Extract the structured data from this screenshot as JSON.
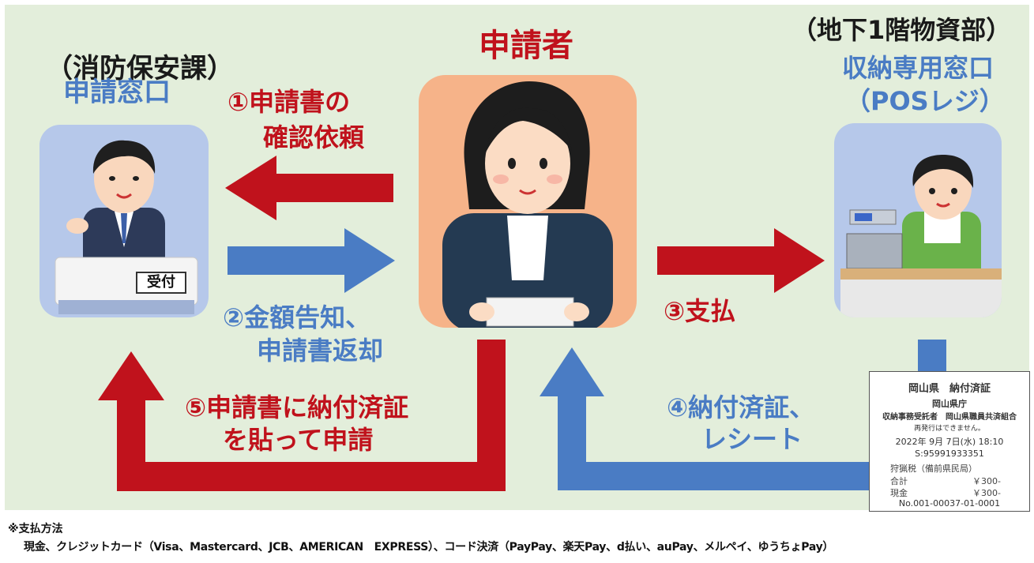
{
  "left_office": {
    "dept": "（消防保安課）",
    "name": "申請窓口",
    "desk_sign": "受付"
  },
  "applicant": {
    "name": "申請者"
  },
  "right_office": {
    "floor": "（地下1階物資部）",
    "name_line1": "収納専用窓口",
    "name_line2": "（POSレジ）"
  },
  "steps": {
    "s1_line1": "①申請書の",
    "s1_line2": "確認依頼",
    "s2_line1": "②金額告知、",
    "s2_line2": "申請書返却",
    "s3": "③支払",
    "s4_line1": "④納付済証、",
    "s4_line2": "レシート",
    "s5_line1": "⑤申請書に納付済証",
    "s5_line2": "を貼って申請"
  },
  "receipt": {
    "title": "岡山県　納付済証",
    "issuer": "岡山県庁",
    "agent": "収納事務受託者　岡山県職員共済組合",
    "note": "再発行はできません。",
    "datetime": "2022年 9月 7日(水) 18:10",
    "serial": "S:95991933351",
    "tax_item": "狩猟税（備前県民局）",
    "total_label": "合計",
    "total_value": "￥300-",
    "cash_label": "現金",
    "cash_value": "￥300-",
    "number": "No.001-00037-01-0001"
  },
  "footer": {
    "heading": "※支払方法",
    "methods": "現金、クレジットカード（Visa、Mastercard、JCB、AMERICAN　EXPRESS）、コード決済（PayPay、楽天Pay、d払い、auPay、メルペイ、ゆうちょPay）"
  },
  "colors": {
    "background": "#e3eedb",
    "red_arrow": "#c0121c",
    "blue_arrow": "#4a7cc4",
    "box_light_blue": "#b6c8ea",
    "box_peach": "#f6b389"
  },
  "icons": {
    "left_person": "receptionist-icon",
    "center_person": "applicant-woman-icon",
    "right_person": "cashier-icon"
  }
}
